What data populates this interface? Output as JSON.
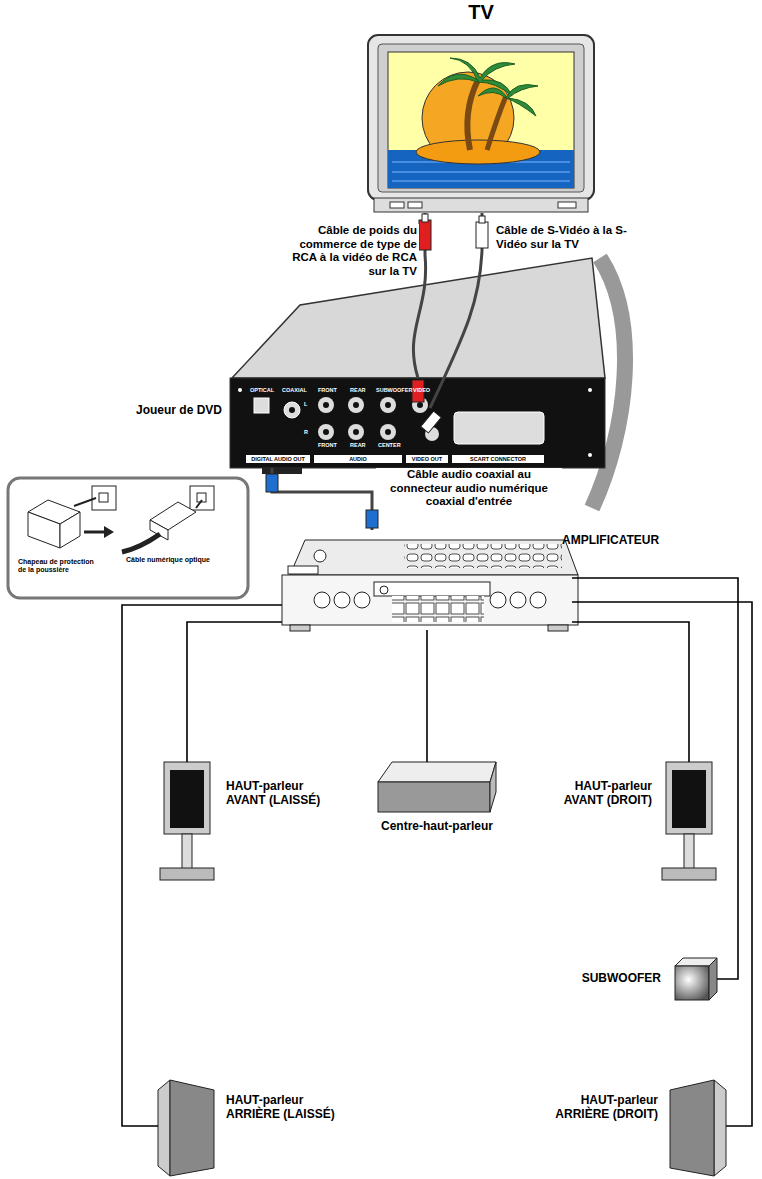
{
  "diagram": {
    "nodes": [
      {
        "text": [
          "TV"
        ]
      },
      {
        "text": [
          "Joueur de DVD"
        ]
      },
      {
        "text": [
          "Chapeau de protection de la poussière",
          "Câble numérique optique"
        ]
      },
      {
        "text": [
          "AMPLIFICATEUR"
        ]
      },
      {
        "text": [
          "HAUT-parleur AVANT (LAISSÉ)"
        ]
      },
      {
        "text": [
          "Centre-haut-parleur"
        ]
      },
      {
        "text": [
          "HAUT-parleur AVANT (DROIT)"
        ]
      },
      {
        "text": [
          "SUBWOOFER"
        ]
      },
      {
        "text": [
          "HAUT-parleur ARRIÈRE (LAISSÉ)"
        ]
      },
      {
        "text": [
          "HAUT-parleur ARRIÈRE (DROIT)"
        ]
      }
    ],
    "edges": [
      {
        "from": 0,
        "to": 1,
        "label": "Câble de poids du commerce de type de RCA à la vidéo de RCA sur la TV",
        "arrow": "none"
      },
      {
        "from": 0,
        "to": 1,
        "label": "Câble de S-Vidéo à la S-Vidéo sur la TV",
        "arrow": "none"
      },
      {
        "from": 1,
        "to": 3,
        "label": "Câble audio coaxial au connecteur audio numérique coaxial d'entrée",
        "arrow": "none"
      },
      {
        "from": 3,
        "to": 4,
        "arrow": "none"
      },
      {
        "from": 3,
        "to": 5,
        "arrow": "none"
      },
      {
        "from": 3,
        "to": 6,
        "arrow": "none"
      },
      {
        "from": 3,
        "to": 7,
        "arrow": "none"
      },
      {
        "from": 3,
        "to": 8,
        "arrow": "none"
      },
      {
        "from": 3,
        "to": 9,
        "arrow": "none"
      }
    ],
    "labels": [
      "OPTICAL",
      "COAXIAL",
      "L",
      "R",
      "FRONT",
      "REAR",
      "SUBWOOFER",
      "FRONT",
      "REAR",
      "CENTER",
      "VIDEO",
      "DIGITAL AUDIO OUT",
      "AUDIO",
      "VIDEO OUT",
      "SCART CONNECTOR"
    ]
  }
}
